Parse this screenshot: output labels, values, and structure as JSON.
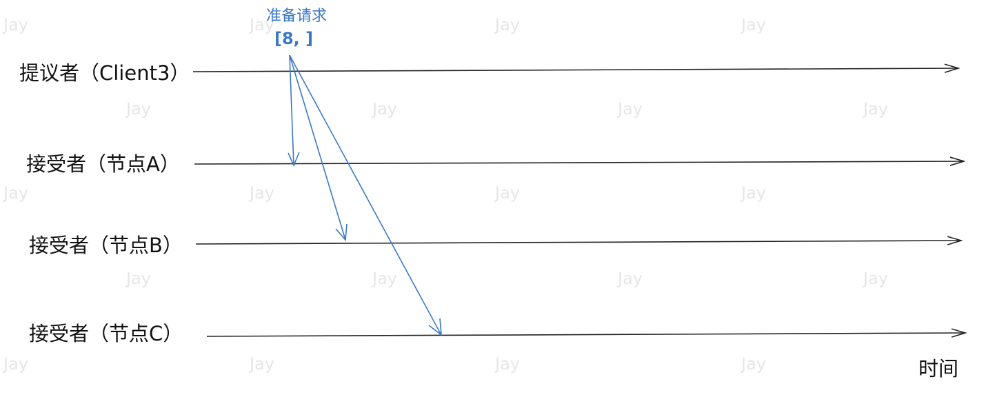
{
  "watermark_text": "Jay",
  "lanes": [
    {
      "label": "提议者（Client3）"
    },
    {
      "label": "接受者（节点A）"
    },
    {
      "label": "接受者（节点B）"
    },
    {
      "label": "接受者（节点C）"
    }
  ],
  "message": {
    "title": "准备请求",
    "value": "[8, ]",
    "from_lane": 0,
    "to_lanes": [
      1,
      2,
      3
    ]
  },
  "time_axis_label": "时间",
  "colors": {
    "lane_line": "#222222",
    "message_arrow": "#3a78c4",
    "watermark": "#e6e6e6"
  }
}
